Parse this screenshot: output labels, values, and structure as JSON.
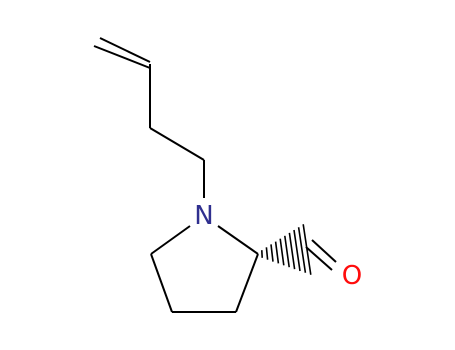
{
  "molecule": {
    "atoms": [
      {
        "symbol": "N",
        "color": "#2f2f8f"
      },
      {
        "symbol": "O",
        "color": "#ff0d0d"
      }
    ],
    "stereo_bond": "hashed wedge",
    "bond_color": "#000000",
    "background": "#ffffff"
  }
}
